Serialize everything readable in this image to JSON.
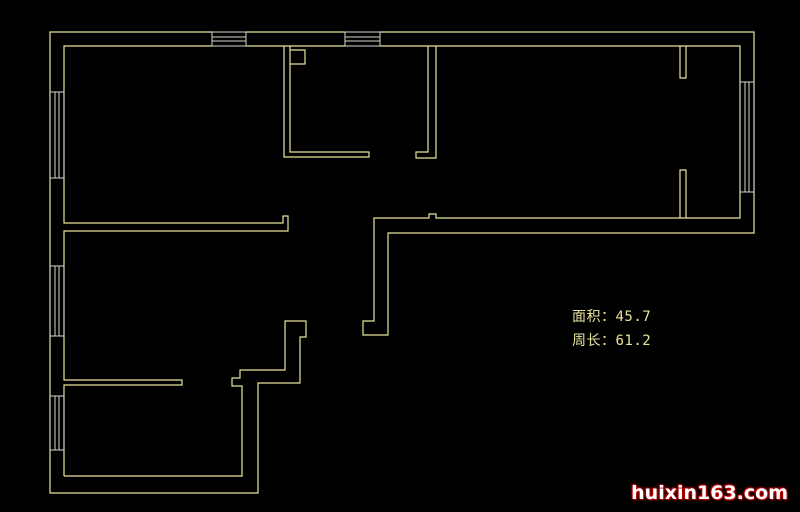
{
  "stats": {
    "area_label": "面积",
    "area_value": "45.7",
    "perimeter_label": "周长",
    "perimeter_value": "61.2",
    "separator": "："
  },
  "watermark": "huixin163.com",
  "colors": {
    "background": "#000000",
    "wall_line": "#e8e49a",
    "window_line": "#d9d6d0",
    "watermark_glow": "#cc0000"
  }
}
